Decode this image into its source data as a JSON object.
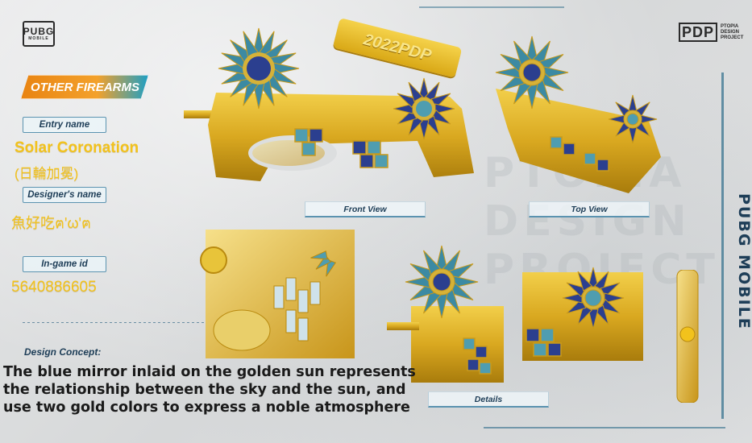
{
  "brand": {
    "pubg_logo_big": "PUBG",
    "pubg_logo_small": "MOBILE",
    "pdp_mark": "PDP",
    "pdp_text_line1": "PTOPIA",
    "pdp_text_line2": "DESIGN",
    "pdp_text_line3": "PROJECT",
    "vertical_text": "PUBG MOBILE"
  },
  "category": "OTHER FIREARMS",
  "entry": {
    "entry_label": "Entry name",
    "name_en": "Solar Coronation",
    "name_cn": "(日輪加冕)",
    "designer_label": "Designer's name",
    "designer_name": "魚好吃ฅ'ω'ฅ",
    "ingame_label": "In-game id",
    "ingame_id": "5640886605"
  },
  "views": {
    "front": "Front View",
    "top": "Top View",
    "details": "Details"
  },
  "tag_text": "2022PDP",
  "concept": {
    "title": "Design Concept:",
    "line1": "The blue mirror inlaid on the golden sun represents",
    "line2": "the relationship between the sky and the sun,  and",
    "line3": "use two gold colors to express a noble atmosphere"
  },
  "colors": {
    "gold": "#e9bb1f",
    "gold_dark": "#b98a0f",
    "blue_dark": "#2b3f8f",
    "teal": "#4f9db0",
    "accent_orange": "#e98412",
    "accent_blue": "#1e9fc4"
  }
}
